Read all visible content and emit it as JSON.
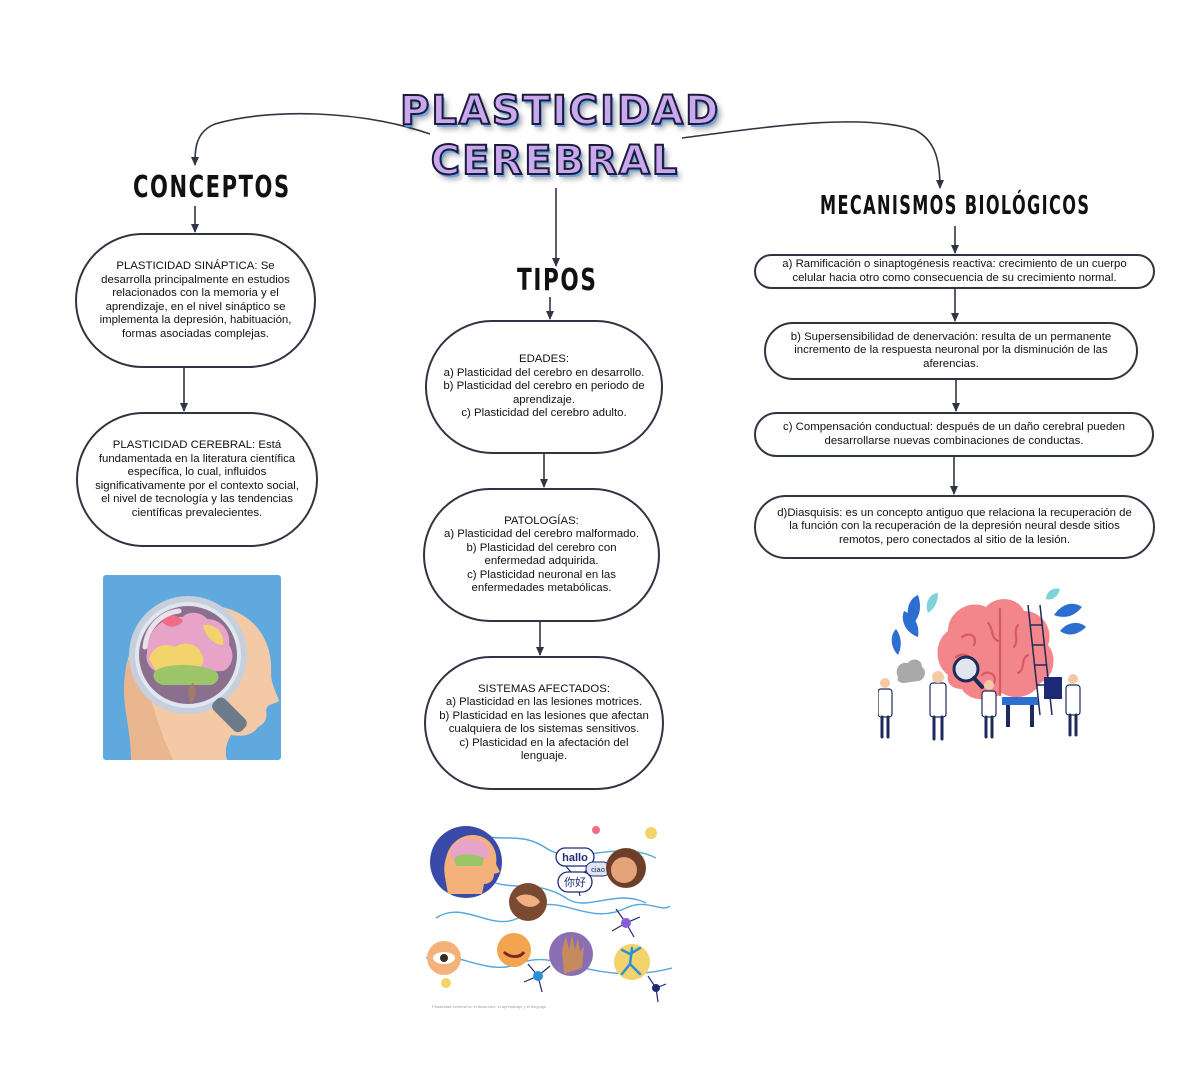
{
  "title": {
    "line1": "PLASTICIDAD",
    "line2": "CEREBRAL"
  },
  "headings": {
    "conceptos": "CONCEPTOS",
    "tipos": "TIPOS",
    "mecanismos": "MECANISMOS BIOLÓGICOS"
  },
  "conceptos": [
    {
      "text": "PLASTICIDAD SINÁPTICA:  Se desarrolla  principalmente  en  estudios relacionados con la memoria y el aprendizaje, en el  nivel  sináptico  se implementa  la  depresión, habituación, formas asociadas complejas."
    },
    {
      "text": "PLASTICIDAD CEREBRAL: Está fundamentada  en  la  literatura  científica específica, lo cual, influidos significativamente por el contexto social, el nivel de tecnología y las tendencias científicas prevalecientes."
    }
  ],
  "tipos": [
    {
      "title": "EDADES:",
      "items": [
        "a) Plasticidad del cerebro en desarrollo.",
        "b) Plasticidad del cerebro en periodo de aprendizaje.",
        "c) Plasticidad del cerebro adulto."
      ]
    },
    {
      "title": "PATOLOGÍAS:",
      "items": [
        "a) Plasticidad del cerebro malformado.",
        "b) Plasticidad del cerebro con enfermedad adquirida.",
        "c) Plasticidad neuronal en las enfermedades metabólicas."
      ]
    },
    {
      "title": "SISTEMAS AFECTADOS:",
      "items": [
        "a) Plasticidad en las lesiones motrices.",
        "b) Plasticidad en las lesiones que afectan cualquiera de los sistemas sensitivos.",
        "c) Plasticidad en la afectación del lenguaje."
      ]
    }
  ],
  "mecanismos": [
    {
      "text": "a)  Ramificación  o  sinaptogénesis  reactiva: crecimiento  de  un  cuerpo celular  hacia  otro  como consecuencia de su crecimiento normal."
    },
    {
      "text": "b) Supersensibilidad de denervación: resulta de un permanente incremento de la respuesta neuronal por la disminución de las aferencias."
    },
    {
      "text": "c) Compensación conductual: después de un daño cerebral  pueden desarrollarse  nuevas combinaciones de conductas."
    },
    {
      "text": "d)Diasquisis: es un concepto antiguo que relaciona la recuperación de  la función con la recuperación de  la  depresión  neural  desde  sitios remotos,  pero conectados al sitio de la lesión."
    }
  ],
  "illustrations": {
    "speech_bubbles": [
      "hallo",
      "ciao",
      "你好"
    ],
    "caption": "Plasticidad cerebral en el desarrollo, el aprendizaje y el lenguaje"
  },
  "colors": {
    "border": "#2f3542",
    "title_fill": "#c9a8ee",
    "title_shadow": "#6fa3e6",
    "brain_bg": "#5fa9df"
  }
}
